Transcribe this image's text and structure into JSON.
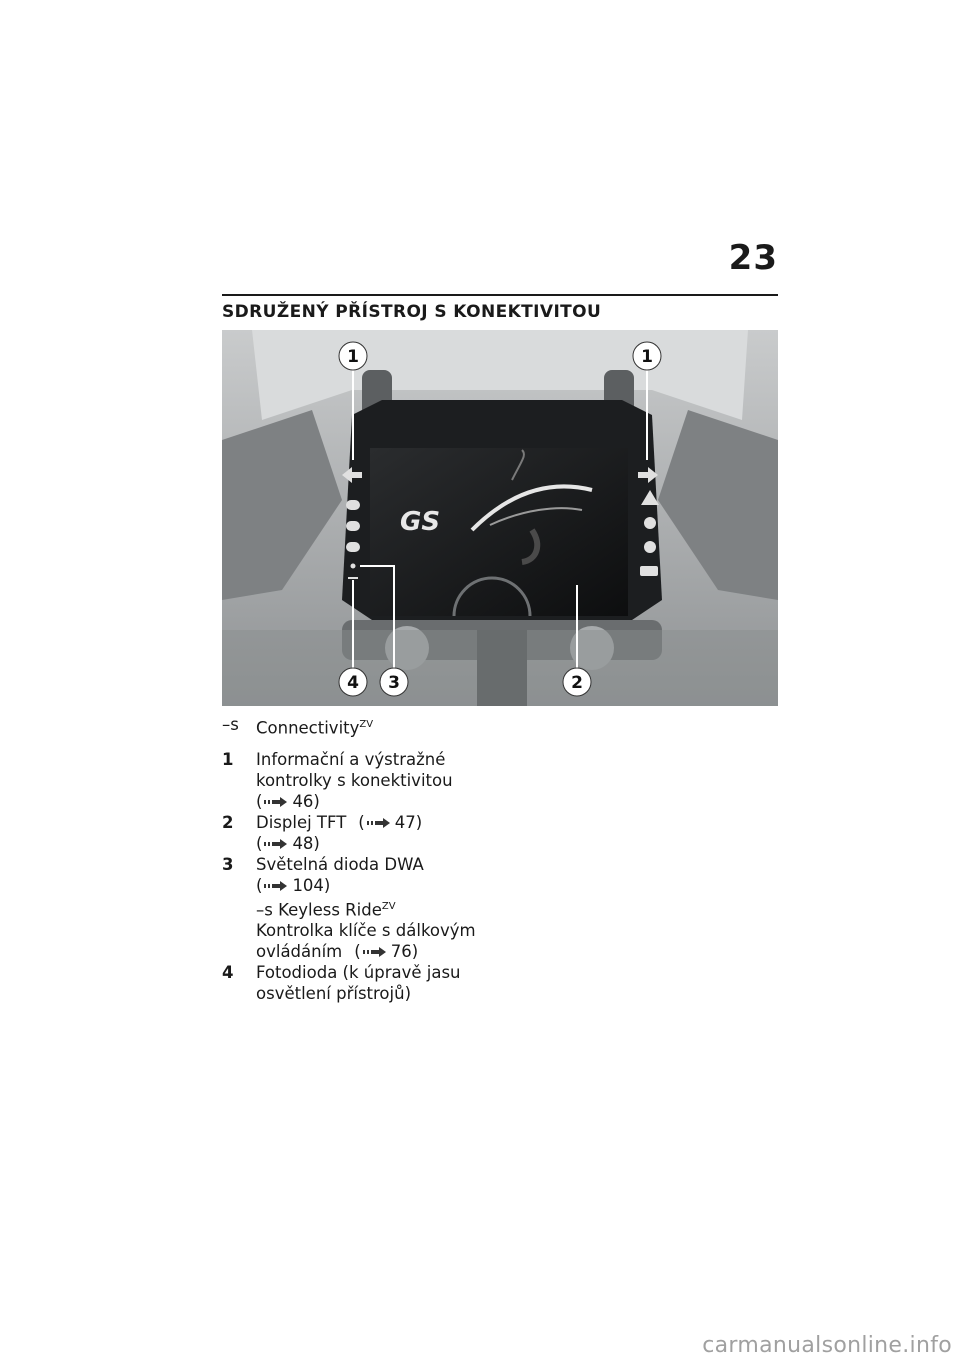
{
  "page": {
    "number": "23",
    "title": "SDRUŽENÝ PŘÍSTROJ S KONEKTIVITOU",
    "footer": "carmanualsonline.info"
  },
  "figure": {
    "logo_text": "GS",
    "callouts": [
      "1",
      "1",
      "4",
      "3",
      "2"
    ]
  },
  "variant": {
    "dash": "–s",
    "label": "Connectivity",
    "sup": "ZV"
  },
  "items": [
    {
      "num": "1",
      "lines": [
        "Informační a výstražné",
        "kontrolky s konektivitou"
      ],
      "refs": [
        "46)"
      ]
    },
    {
      "num": "2",
      "lines": [
        "Displej TFT"
      ],
      "inline_ref": "47)",
      "refs": [
        "48)"
      ]
    },
    {
      "num": "3",
      "lines": [
        "Světelná dioda DWA"
      ],
      "refs": [
        "104)"
      ],
      "sub_variant": {
        "dash": "–s Keyless Ride",
        "sup": "ZV"
      },
      "sub_lines": [
        "Kontrolka klíče s dálkovým"
      ],
      "sub_last": "ovládáním",
      "sub_ref": "76)"
    },
    {
      "num": "4",
      "lines": [
        "Fotodioda (k úpravě jasu",
        "osvětlení přístrojů)"
      ]
    }
  ]
}
